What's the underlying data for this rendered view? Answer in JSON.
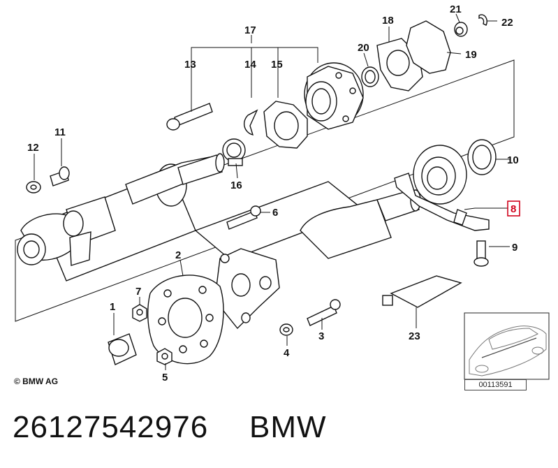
{
  "diagram": {
    "callouts": {
      "c1": "1",
      "c2": "2",
      "c3": "3",
      "c4": "4",
      "c5": "5",
      "c6": "6",
      "c7": "7",
      "c8": "8",
      "c9": "9",
      "c10": "10",
      "c11": "11",
      "c12": "12",
      "c13": "13",
      "c14": "14",
      "c15": "15",
      "c16": "16",
      "c17": "17",
      "c18": "18",
      "c19": "19",
      "c20": "20",
      "c21": "21",
      "c22": "22",
      "c23": "23"
    },
    "highlight_color": "#d0021b",
    "copyright": "© BMW AG",
    "reference_number": "00113591"
  },
  "caption": {
    "part_number": "26127542976",
    "brand": "BMW"
  }
}
